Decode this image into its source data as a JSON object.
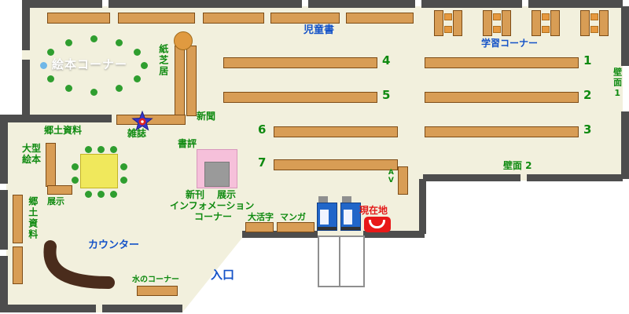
{
  "labels": {
    "childrens_books": "児童書",
    "study_corner": "学習コーナー",
    "picture_book_corner": "絵本コーナー",
    "kamishibai": "紙芝居",
    "newspaper": "新聞",
    "local_materials": "郷土資料",
    "magazines": "雑誌",
    "large_picture_books_line1": "大型",
    "large_picture_books_line2": "絵本",
    "local_materials_side": "郷土資料",
    "display_side": "展示",
    "book_review": "書評",
    "new_books": "新刊",
    "display": "展示",
    "information_line1": "インフォメーション",
    "information_line2": "コーナー",
    "large_print": "大活字",
    "manga": "マンガ",
    "current_location": "現在地",
    "counter": "カウンター",
    "water_corner": "水のコーナー",
    "entrance": "入口",
    "wall_face_1": "壁面1",
    "wall_face_2": "壁面 2",
    "av": "AV"
  },
  "shelf_numbers": [
    "1",
    "2",
    "3",
    "4",
    "5",
    "6",
    "7"
  ],
  "colors": {
    "floor": "#f2f0dd",
    "wall": "#4d4d4d",
    "shelf": "#d89d55",
    "shelf_border": "#7d4c16",
    "label_green": "#0f8a10",
    "label_blue": "#1553c8",
    "label_red": "#e31b1b",
    "table_yellow": "#f0e85c",
    "display_pink": "#f6c0da",
    "counter_brown": "#4a2c1c",
    "chair_green": "#2f9e2f",
    "machine_blue": "#2166c9",
    "star_blue": "#3535cc",
    "star_red": "#e02020"
  },
  "icons": {
    "magazine_star_icon": "star",
    "current_location_icon": "red-rounded-marker",
    "vending_machine_icon": "machine-front",
    "stairs_icon": "outlined-stairwell"
  }
}
